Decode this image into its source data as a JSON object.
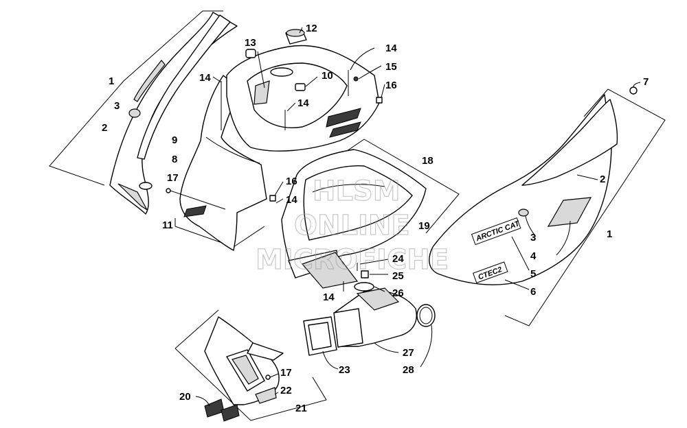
{
  "callouts": {
    "c1a": "1",
    "c2a": "2",
    "c3a": "3",
    "c8": "8",
    "c17a": "17",
    "c9": "9",
    "c11": "11",
    "c13": "13",
    "c12": "12",
    "c14a": "14",
    "c10": "10",
    "c14b": "14",
    "c14c": "14",
    "c15": "15",
    "c16a": "16",
    "c18": "18",
    "c16b": "16",
    "c14d": "14",
    "c19": "19",
    "c24": "24",
    "c25": "25",
    "c14e": "14",
    "c26": "26",
    "c7": "7",
    "c2b": "2",
    "c1b": "1",
    "c3b": "3",
    "c4": "4",
    "c5": "5",
    "c6": "6",
    "c23": "23",
    "c27": "27",
    "c28": "28",
    "c17b": "17",
    "c22": "22",
    "c20": "20",
    "c21": "21"
  },
  "decals": {
    "brand": "ARCTIC CAT",
    "model": "CTEC2"
  },
  "watermark": {
    "line1": "HLSM",
    "line2": "ONLINE",
    "line3": "MICROFICHE"
  }
}
